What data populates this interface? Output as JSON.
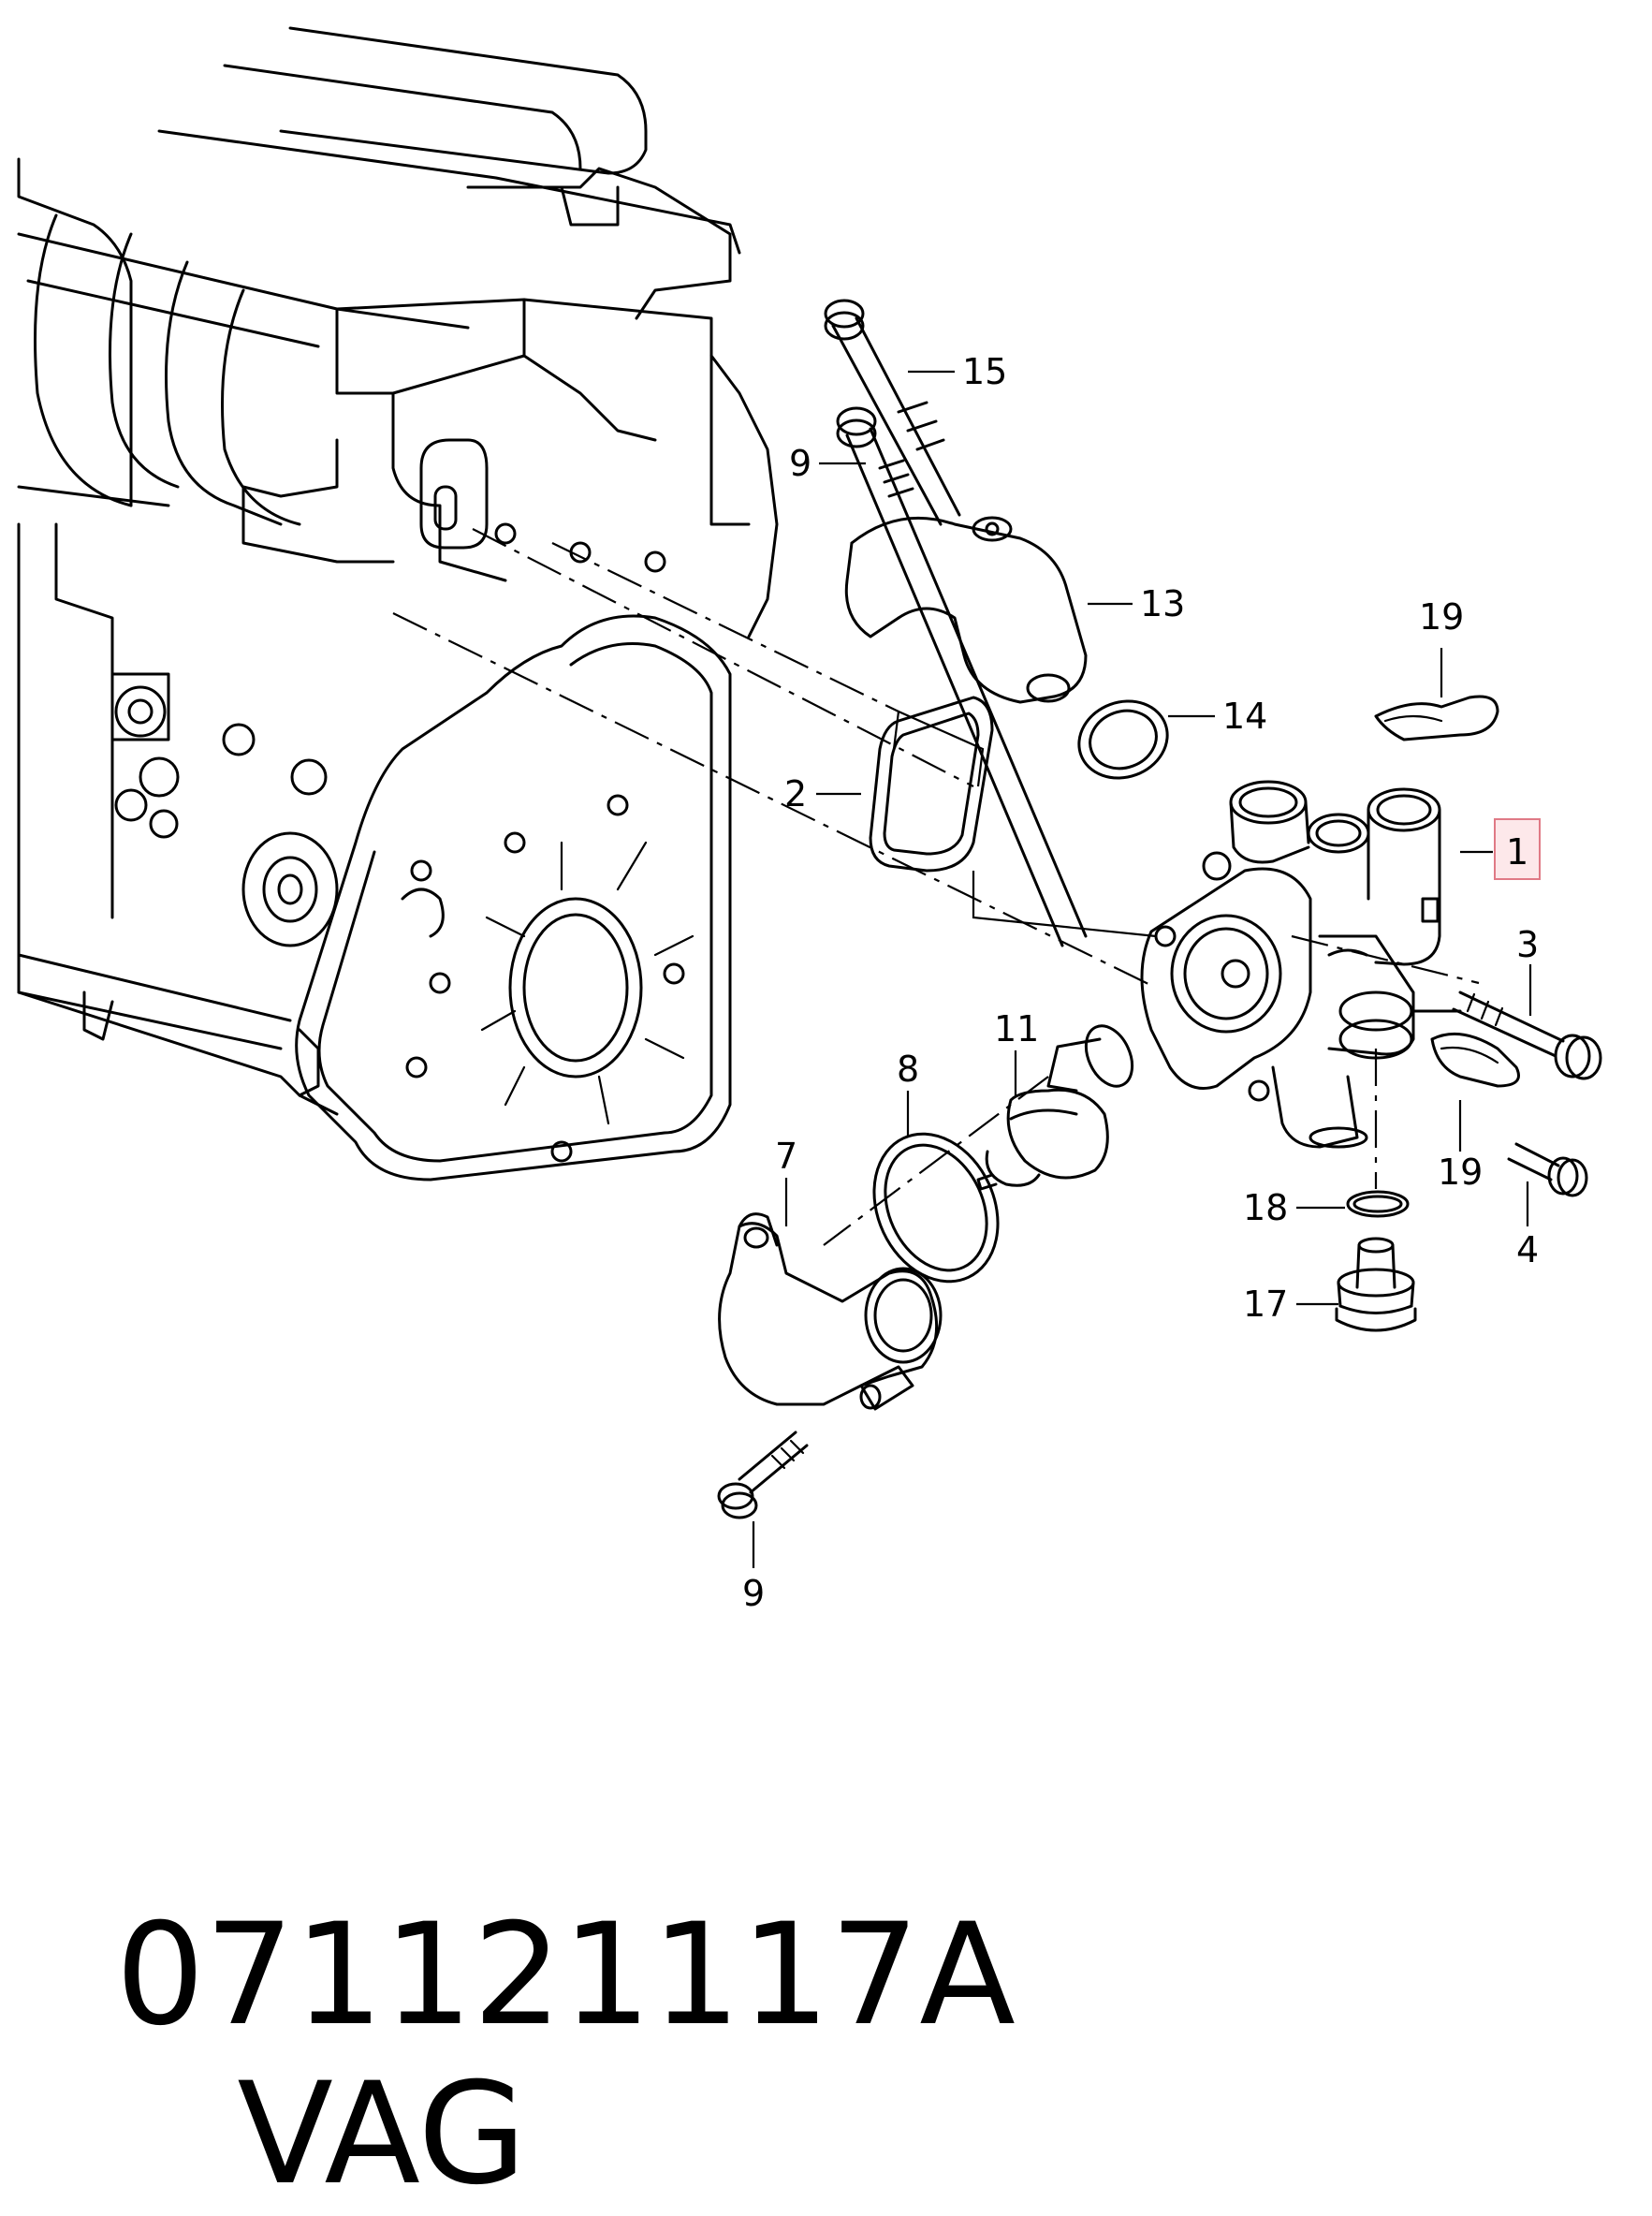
{
  "diagram": {
    "callouts": [
      {
        "id": "c15",
        "label": "15"
      },
      {
        "id": "c9a",
        "label": "9"
      },
      {
        "id": "c13",
        "label": "13"
      },
      {
        "id": "c19a",
        "label": "19"
      },
      {
        "id": "c14",
        "label": "14"
      },
      {
        "id": "c2",
        "label": "2"
      },
      {
        "id": "c1",
        "label": "1"
      },
      {
        "id": "c3",
        "label": "3"
      },
      {
        "id": "c11",
        "label": "11"
      },
      {
        "id": "c8",
        "label": "8"
      },
      {
        "id": "c19b",
        "label": "19"
      },
      {
        "id": "c7",
        "label": "7"
      },
      {
        "id": "c18",
        "label": "18"
      },
      {
        "id": "c4",
        "label": "4"
      },
      {
        "id": "c17",
        "label": "17"
      },
      {
        "id": "c9b",
        "label": "9"
      }
    ],
    "highlighted_callout": "1",
    "highlight_color": "#fde8ea"
  },
  "footer": {
    "part_number": "071121117A",
    "brand": "VAG"
  }
}
